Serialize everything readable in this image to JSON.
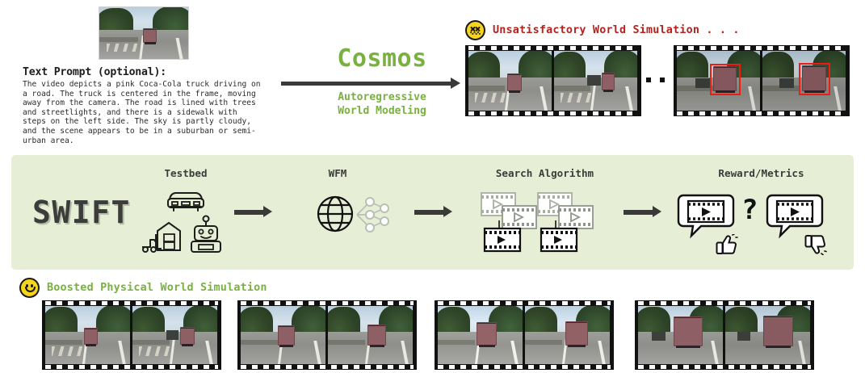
{
  "prompt": {
    "title": "Text Prompt (optional):",
    "body": "The video depicts a pink Coca-Cola truck driving on\na road. The truck is centered in the frame, moving\naway from the camera. The road is lined with trees\nand streetlights, and there is a sidewalk with\nsteps on the left side. The sky is partly cloudy,\nand the scene appears to be in a suburban or semi-\nurban area."
  },
  "cosmos": {
    "title": "Cosmos",
    "subtitle": "Autoregressive\nWorld Modeling",
    "color": "#78b13f"
  },
  "unsatisfactory": {
    "label": "Unsatisfactory World Simulation . . .",
    "color": "#b3231f",
    "emoji": "dizzy-face-emoji",
    "ellipsis": "..."
  },
  "swift": {
    "logo": "SWIFT",
    "panel_color": "#e7eed6",
    "stages": [
      {
        "label": "Testbed",
        "icons": [
          "car-icon",
          "warehouse-forklift-icon",
          "robot-icon"
        ]
      },
      {
        "label": "WFM",
        "icons": [
          "globe-icon",
          "neural-network-icon"
        ]
      },
      {
        "label": "Search Algorithm",
        "icons": [
          "video-clip-tree-icon"
        ]
      },
      {
        "label": "Reward/Metrics",
        "icons": [
          "speech-bubble-video-icon",
          "thumbs-up-icon",
          "question-mark",
          "thumbs-down-icon"
        ]
      }
    ],
    "question_mark": "?"
  },
  "boosted": {
    "label": "Boosted Physical World Simulation",
    "color": "#78b13f",
    "emoji": "smiling-face-emoji"
  },
  "filmstrips": {
    "top": [
      {
        "name": "unsatisfactory-clip-1",
        "frames": 2,
        "annotated": false
      },
      {
        "name": "unsatisfactory-clip-2",
        "frames": 2,
        "annotated": true
      }
    ],
    "bottom": [
      {
        "name": "boosted-clip-1",
        "frames": 2
      },
      {
        "name": "boosted-clip-2",
        "frames": 2
      },
      {
        "name": "boosted-clip-3",
        "frames": 2
      },
      {
        "name": "boosted-clip-4",
        "frames": 2
      }
    ]
  }
}
